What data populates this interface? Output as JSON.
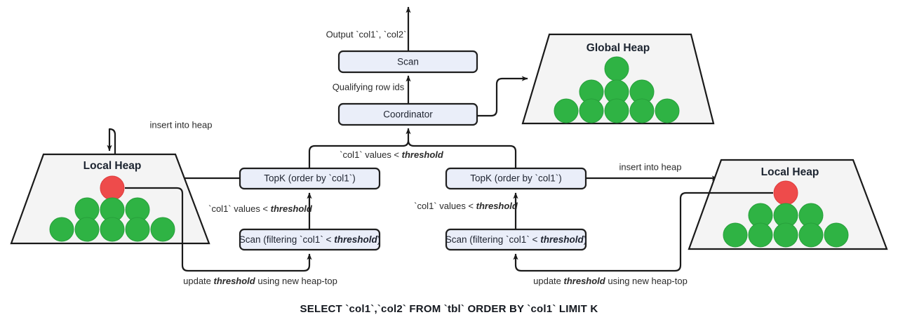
{
  "diagram": {
    "title_caption": "SELECT `col1`,`col2` FROM `tbl` ORDER BY `col1` LIMIT K",
    "colors": {
      "box_fill": "#eaeef9",
      "box_stroke": "#1f1f1f",
      "heap_fill": "#f4f4f4",
      "heap_stroke": "#1a1a1a",
      "heap_node_green": "#2fb344",
      "heap_node_red": "#ee4b4b",
      "edge_stroke": "#1a1a1a",
      "text": "#1f2430",
      "background": "#ffffff"
    },
    "nodes": {
      "scan_top": {
        "label": "Scan"
      },
      "coordinator": {
        "label": "Coordinator"
      },
      "topk_left": {
        "label": "TopK (order by `col1`)"
      },
      "topk_right": {
        "label": "TopK (order by `col1`)"
      },
      "scan_left": {
        "label": "Scan (filtering `col1` < threshold)",
        "prefix": "Scan (filtering `col1` < ",
        "emphasis": "threshold",
        "suffix": ")"
      },
      "scan_right": {
        "label": "Scan (filtering `col1` < threshold)",
        "prefix": "Scan (filtering `col1` < ",
        "emphasis": "threshold",
        "suffix": ")"
      },
      "global_heap": {
        "title": "Global Heap",
        "rows": [
          1,
          3,
          5
        ],
        "node_colors": [
          "green",
          "green",
          "green"
        ],
        "top_node_color": "green",
        "total_nodes": 9
      },
      "local_heap_left": {
        "title": "Local Heap",
        "rows": [
          1,
          3,
          5
        ],
        "top_node_color": "red",
        "total_nodes": 9
      },
      "local_heap_right": {
        "title": "Local Heap",
        "rows": [
          1,
          3,
          5
        ],
        "top_node_color": "red",
        "total_nodes": 9
      }
    },
    "edge_labels": {
      "output": "Output `col1`, `col2`",
      "qualifying": "Qualifying row ids",
      "threshold_to_coordinator": {
        "prefix": "`col1` values < ",
        "emphasis": "threshold"
      },
      "threshold_left": {
        "prefix": "`col1` values < ",
        "emphasis": "threshold"
      },
      "threshold_right": {
        "prefix": "`col1` values < ",
        "emphasis": "threshold"
      },
      "insert_left": "insert into heap",
      "insert_right": "insert into heap",
      "update_left": {
        "prefix": "update ",
        "emphasis": "threshold",
        "suffix": " using new heap-top"
      },
      "update_right": {
        "prefix": "update ",
        "emphasis": "threshold",
        "suffix": " using new heap-top"
      }
    }
  }
}
